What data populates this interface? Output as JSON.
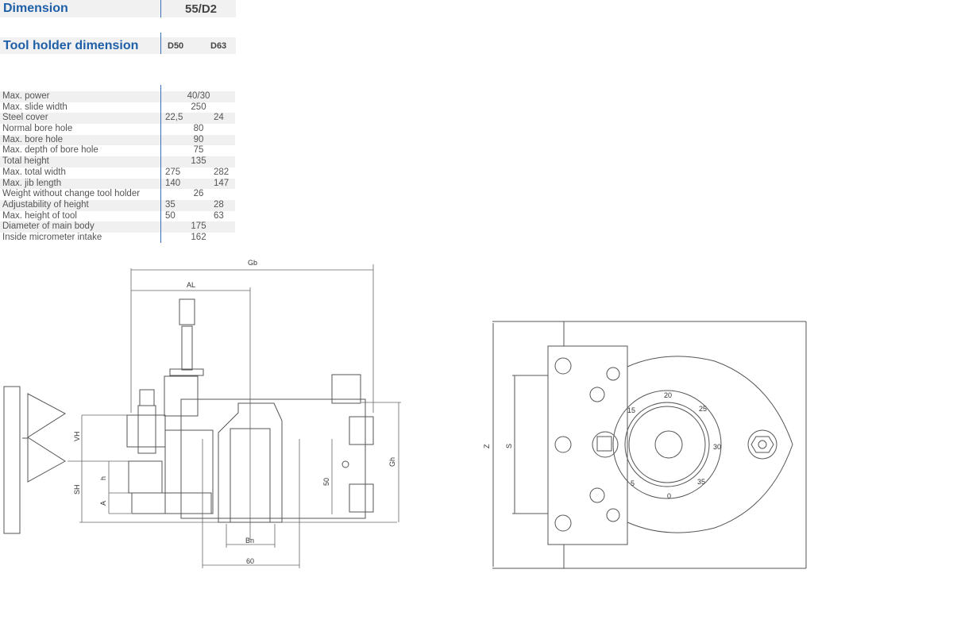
{
  "dimension": {
    "label": "Dimension",
    "value": "55/D2"
  },
  "tool_holder": {
    "label": "Tool holder dimension",
    "col1": "D50",
    "col2": "D63"
  },
  "specs": [
    {
      "label": "Max. power",
      "value": "40/30"
    },
    {
      "label": "Max. slide width",
      "value": "250"
    },
    {
      "label": "Steel cover",
      "d50": "22,5",
      "d63": "24"
    },
    {
      "label": "Normal bore hole",
      "value": "80"
    },
    {
      "label": "Max. bore hole",
      "value": "90"
    },
    {
      "label": "Max. depth of bore hole",
      "value": "75"
    },
    {
      "label": "Total height",
      "value": "135"
    },
    {
      "label": "Max. total width",
      "d50": "275",
      "d63": "282"
    },
    {
      "label": "Max. jib length",
      "d50": "140",
      "d63": "147"
    },
    {
      "label": "Weight without change tool holder",
      "value": "26"
    },
    {
      "label": "Adjustability of height",
      "d50": "35",
      "d63": "28"
    },
    {
      "label": "Max. height of tool",
      "d50": "50",
      "d63": "63"
    },
    {
      "label": "Diameter of main body",
      "value": "175"
    },
    {
      "label": "Inside micrometer intake",
      "value": "162"
    }
  ],
  "side_view": {
    "gb": "Gb",
    "al": "AL",
    "vh": "VH",
    "sh": "SH",
    "h": "h",
    "a": "A",
    "gh": "Gh",
    "fifty": "50",
    "bn": "Bn",
    "sixty": "60"
  },
  "top_view": {
    "z": "Z",
    "s": "S",
    "dial": [
      "20",
      "15",
      "25",
      "30",
      "5",
      "35",
      "0"
    ]
  }
}
